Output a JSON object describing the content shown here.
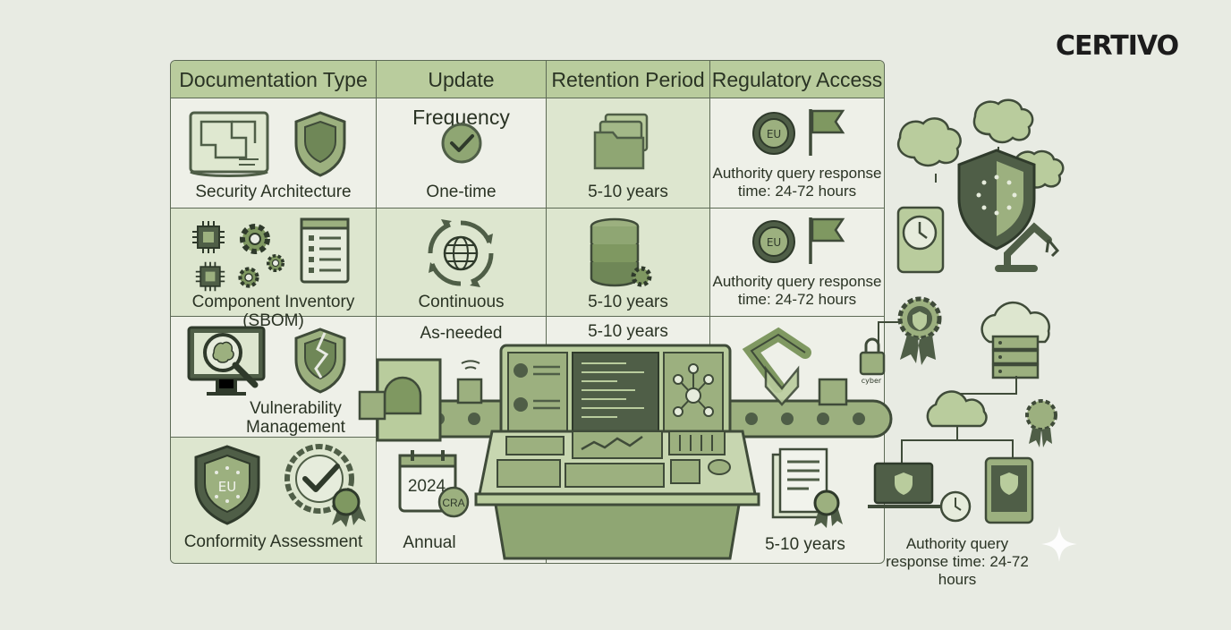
{
  "brand": {
    "name": "CERTIVO"
  },
  "colors": {
    "header": "#b9cc9d",
    "accent": "#7f9861",
    "dark": "#4f5e47",
    "light": "#dde6cf",
    "background": "#e8ebe3"
  },
  "table": {
    "headers": [
      "Documentation Type",
      "Update Frequency",
      "Retention Period",
      "Regulatory Access"
    ],
    "rows": [
      {
        "type": "Security Architecture",
        "frequency": "One-time",
        "retention": "5-10 years",
        "access": "Authority query response time: 24-72 hours",
        "icons": [
          "blueprint-icon",
          "shield-icon",
          "checkmark-icon",
          "folders-icon",
          "eu-seal-icon",
          "flag-icon"
        ]
      },
      {
        "type": "Component Inventory (SBOM)",
        "frequency": "Continuous",
        "retention": "5-10 years",
        "access": "Authority query response time: 24-72 hours",
        "icons": [
          "chip-icon",
          "gear-icon",
          "checklist-icon",
          "globe-refresh-icon",
          "database-icon",
          "eu-seal-icon",
          "flag-icon"
        ]
      },
      {
        "type": "Vulnerability Management",
        "frequency": "As-needed",
        "retention": "5-10 years",
        "access": "",
        "icons": [
          "monitor-brain-icon",
          "cracked-shield-icon"
        ]
      },
      {
        "type": "Conformity Assessment",
        "frequency": "Annual",
        "retention": "5-10 years",
        "access": "Authority query response time: 24-72 hours",
        "icons": [
          "eu-shield-icon",
          "certified-badge-icon",
          "calendar-icon",
          "document-award-icon"
        ]
      }
    ]
  },
  "calendar": {
    "year": "2024",
    "badge": "CRA"
  },
  "seal_label": "EU",
  "lock_label": "cyber"
}
